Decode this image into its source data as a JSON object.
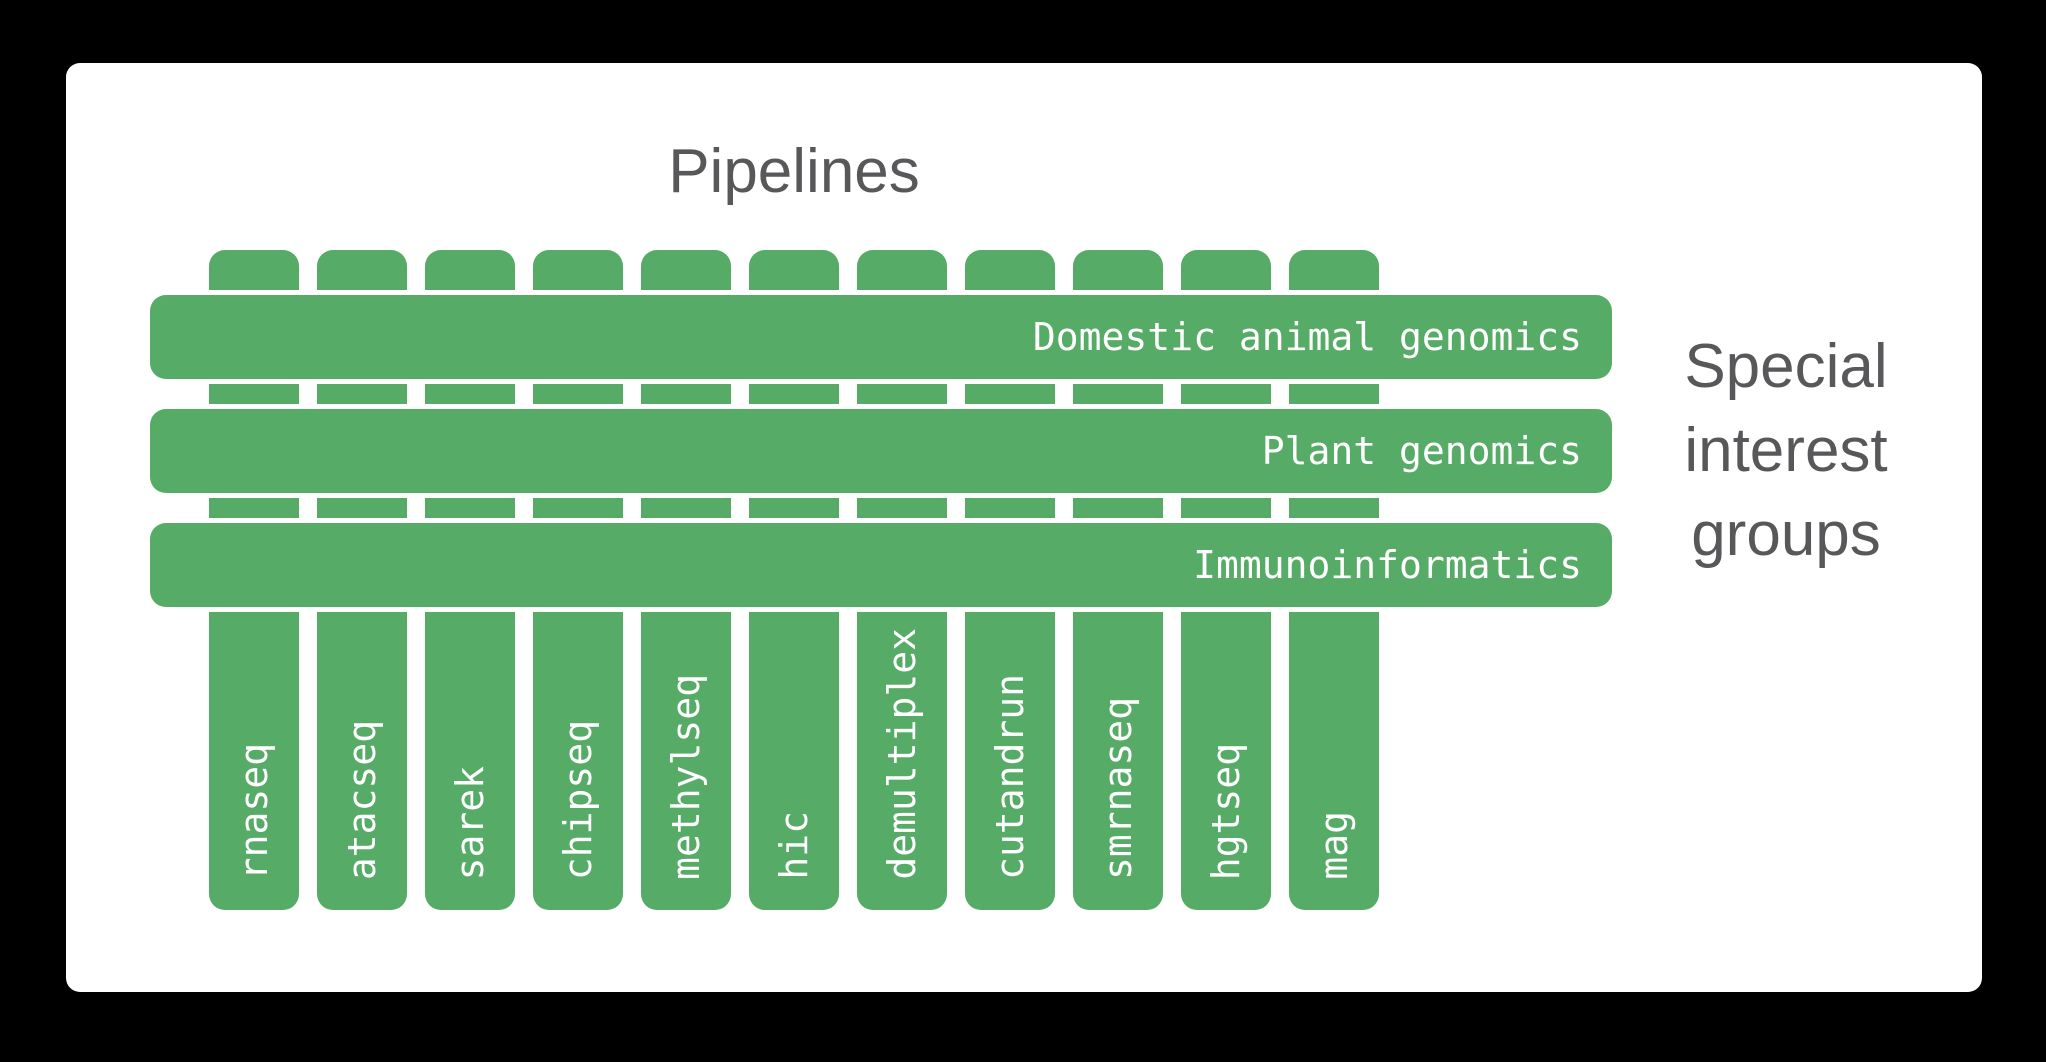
{
  "title": "Pipelines",
  "pipelines": [
    "rnaseq",
    "atacseq",
    "sarek",
    "chipseq",
    "methylseq",
    "hic",
    "demultiplex",
    "cutandrun",
    "smrnaseq",
    "hgtseq",
    "mag"
  ],
  "special_interest_groups": [
    "Domestic animal genomics",
    "Plant genomics",
    "Immunoinformatics"
  ],
  "side_label": {
    "lines": [
      "Special",
      "interest",
      "groups"
    ]
  },
  "colors": {
    "green": "#56ab67",
    "text_gray": "#58585b",
    "bar_text": "#ffffff",
    "card_background": "#ffffff",
    "page_background": "#000000"
  }
}
